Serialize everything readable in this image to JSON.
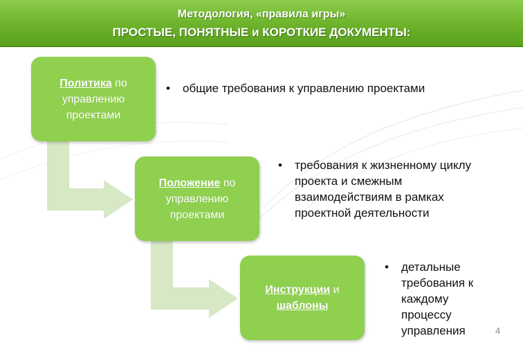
{
  "header": {
    "line1": "Методология, «правила игры»",
    "line2": "ПРОСТЫЕ, ПОНЯТНЫЕ и КОРОТКИЕ ДОКУМЕНТЫ:"
  },
  "colors": {
    "header_green": "#6cb22a",
    "box_green": "#8fd04f",
    "arrow_green": "#d6e8c4"
  },
  "boxes": [
    {
      "bold": "Политика",
      "rest_line1": " по",
      "line2": "управлению",
      "line3": "проектами"
    },
    {
      "bold": "Положение",
      "rest_line1": " по",
      "line2": "управлению",
      "line3": "проектами"
    },
    {
      "bold": "Инструкции",
      "rest_line1": " и",
      "bold2": "шаблоны"
    }
  ],
  "bullets": [
    {
      "marker": "•",
      "lines": [
        "общие требования к управлению проектами"
      ]
    },
    {
      "marker": "•",
      "lines": [
        "требования к жизненному циклу",
        "проекта и смежным",
        "взаимодействиям в рамках",
        "проектной деятельности"
      ]
    },
    {
      "marker": "•",
      "lines": [
        "детальные",
        "требования к",
        "каждому",
        "процессу",
        "управления"
      ]
    }
  ],
  "page_number": "4"
}
